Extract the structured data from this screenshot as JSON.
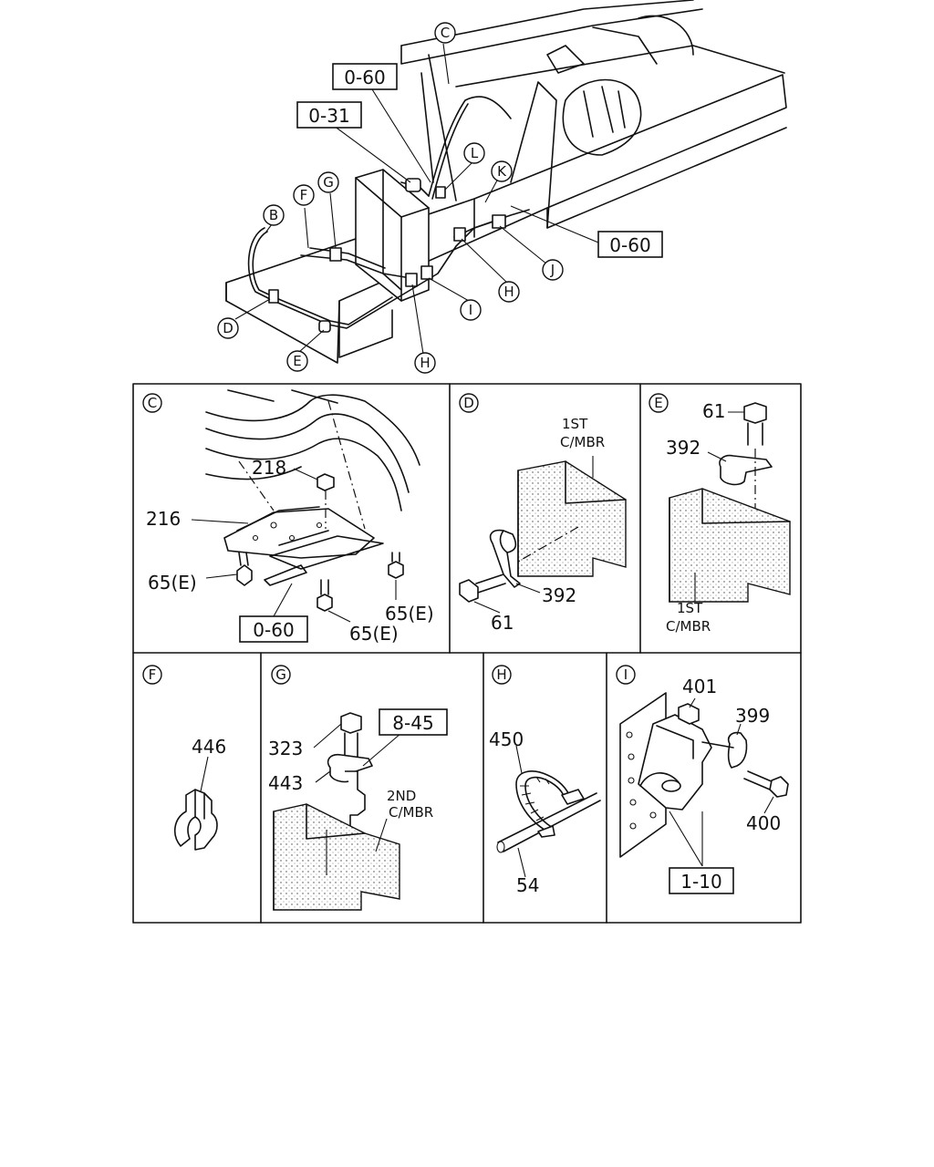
{
  "overview": {
    "callouts": {
      "B": "B",
      "C": "C",
      "D": "D",
      "E": "E",
      "F": "F",
      "G": "G",
      "H1": "H",
      "H2": "H",
      "I": "I",
      "J": "J",
      "K": "K",
      "L": "L"
    },
    "refs": {
      "r060a": "0-60",
      "r031": "0-31",
      "r060b": "0-60"
    }
  },
  "panels": {
    "C": {
      "tag": "C",
      "parts": {
        "p218": "218",
        "p216": "216",
        "p65a": "65(E)",
        "p65b": "65(E)",
        "p65c": "65(E)"
      },
      "ref": "0-60"
    },
    "D": {
      "tag": "D",
      "member_l1": "1ST",
      "member_l2": "C/MBR",
      "parts": {
        "p392": "392",
        "p61": "61"
      }
    },
    "E": {
      "tag": "E",
      "member_l1": "1ST",
      "member_l2": "C/MBR",
      "parts": {
        "p61": "61",
        "p392": "392"
      }
    },
    "F": {
      "tag": "F",
      "parts": {
        "p446": "446"
      }
    },
    "G": {
      "tag": "G",
      "member_l1": "2ND",
      "member_l2": "C/MBR",
      "parts": {
        "p323": "323",
        "p443": "443"
      },
      "ref": "8-45"
    },
    "H": {
      "tag": "H",
      "parts": {
        "p450": "450",
        "p54": "54"
      }
    },
    "I": {
      "tag": "I",
      "parts": {
        "p401": "401",
        "p399": "399",
        "p400": "400"
      },
      "ref": "1-10"
    }
  }
}
